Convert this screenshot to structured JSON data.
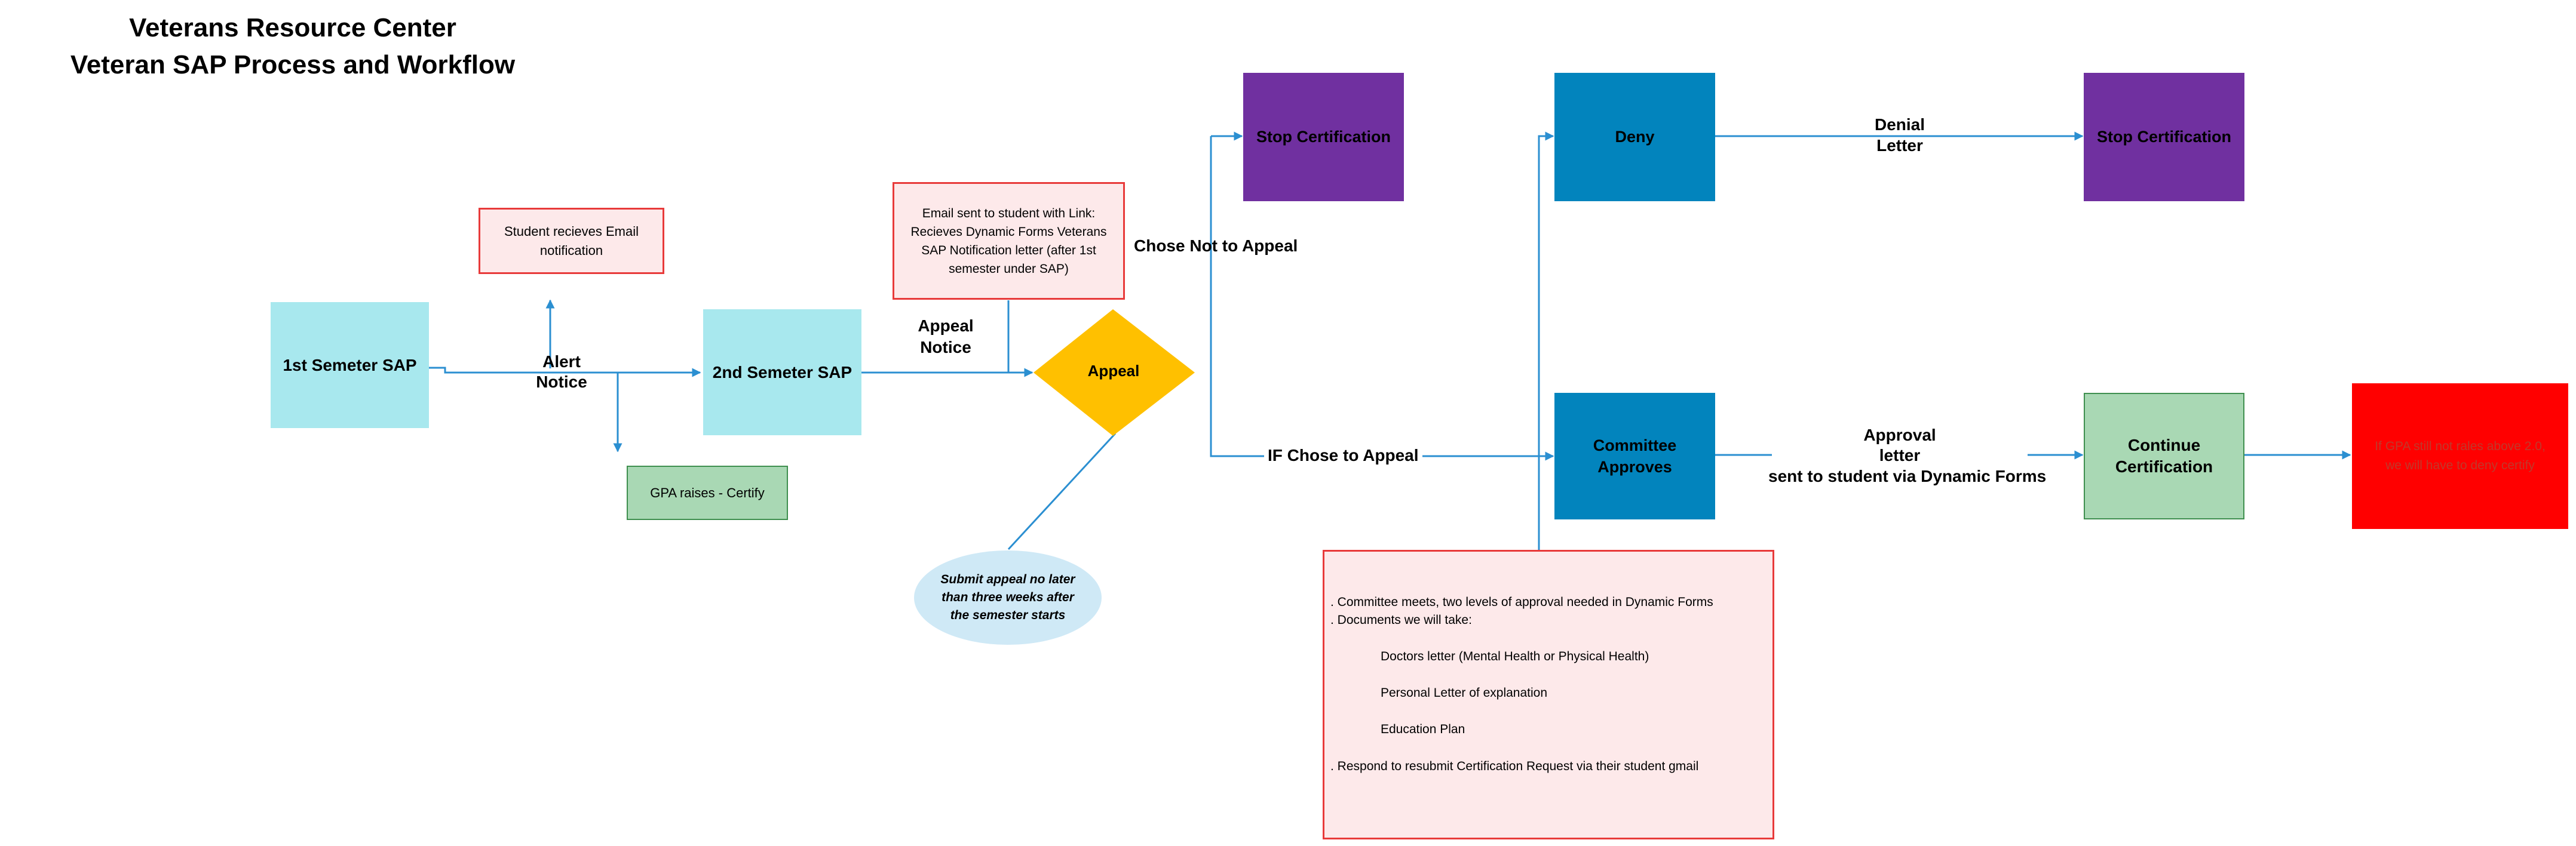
{
  "title": {
    "line1": "Veterans Resource Center",
    "line2": "Veteran SAP Process and Workflow"
  },
  "nodes": {
    "first_semester": "1st Semeter SAP",
    "second_semester": "2nd Semeter SAP",
    "email_notification": "Student recieves Email notification",
    "gpa_raises": "GPA raises - Certify",
    "email_link": "Email sent to student with Link: Recieves Dynamic Forms Veterans SAP Notification letter (after 1st semester under SAP)",
    "appeal": "Appeal",
    "submit_appeal": "Submit appeal no later than three weeks after the semester starts",
    "stop_cert_1": "Stop Certification",
    "deny": "Deny",
    "stop_cert_2": "Stop Certification",
    "committee_approves": "Committee Approves",
    "continue_cert": "Continue Certification",
    "gpa_note": "If GPA still not rales above 2.0, we will have to deny certify"
  },
  "labels": {
    "alert_notice_1": "Alert",
    "alert_notice_2": "Notice",
    "appeal_notice_1": "Appeal",
    "appeal_notice_2": "Notice",
    "chose_not": "Chose Not to Appeal",
    "chose_to": "IF Chose to Appeal",
    "denial_1": "Denial",
    "denial_2": "Letter",
    "approval_1": "Approval",
    "approval_2": "letter",
    "approval_3": "sent to student via Dynamic Forms"
  },
  "committee_box": {
    "line1": ". Committee meets, two levels of approval needed in Dynamic Forms",
    "line2": ". Documents we will take:",
    "doc1": "Doctors letter (Mental Health or Physical Health)",
    "doc2": "Personal Letter of explanation",
    "doc3": "Education Plan",
    "line3": ". Respond to resubmit Certification Request via their student gmail"
  },
  "colors": {
    "cyan": "#a8e8ee",
    "purple": "#7030a0",
    "blue": "#0284bd",
    "green": "#a9d8b4",
    "pink": "#fde9ea",
    "red": "#ff0000",
    "gold": "#ffc000",
    "connector": "#2b8fd1"
  }
}
